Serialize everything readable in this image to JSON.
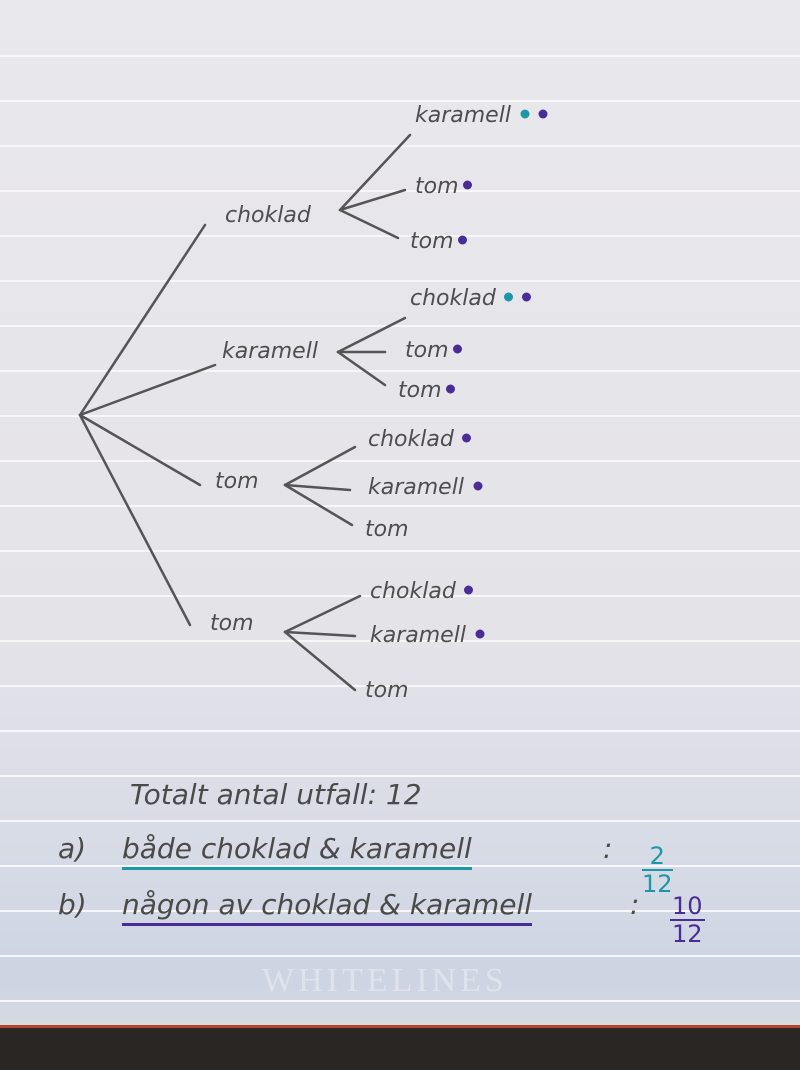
{
  "tree": {
    "root_children": [
      {
        "label": "choklad",
        "children": [
          {
            "label": "karamell",
            "dots": [
              "teal",
              "purple"
            ]
          },
          {
            "label": "tom",
            "dots": [
              "purple"
            ]
          },
          {
            "label": "tom",
            "dots": [
              "purple"
            ]
          }
        ]
      },
      {
        "label": "karamell",
        "children": [
          {
            "label": "choklad",
            "dots": [
              "teal",
              "purple"
            ]
          },
          {
            "label": "tom",
            "dots": [
              "purple"
            ]
          },
          {
            "label": "tom",
            "dots": [
              "purple"
            ]
          }
        ]
      },
      {
        "label": "tom",
        "children": [
          {
            "label": "choklad",
            "dots": [
              "purple"
            ]
          },
          {
            "label": "karamell",
            "dots": [
              "purple"
            ]
          },
          {
            "label": "tom",
            "dots": []
          }
        ]
      },
      {
        "label": "tom",
        "children": [
          {
            "label": "choklad",
            "dots": [
              "purple"
            ]
          },
          {
            "label": "karamell",
            "dots": [
              "purple"
            ]
          },
          {
            "label": "tom",
            "dots": []
          }
        ]
      }
    ]
  },
  "summary": {
    "total": "Totalt antal utfall: 12",
    "a_prefix": "a)",
    "a_text": "både choklad & karamell",
    "a_num": "2",
    "a_den": "12",
    "b_prefix": "b)",
    "b_text": "någon av choklad & karamell",
    "b_num": "10",
    "b_den": "12"
  },
  "brand": "WHITELINES",
  "colors": {
    "teal": "#1b97a6",
    "purple": "#4a2c96",
    "pencil": "#4e4e4e"
  }
}
